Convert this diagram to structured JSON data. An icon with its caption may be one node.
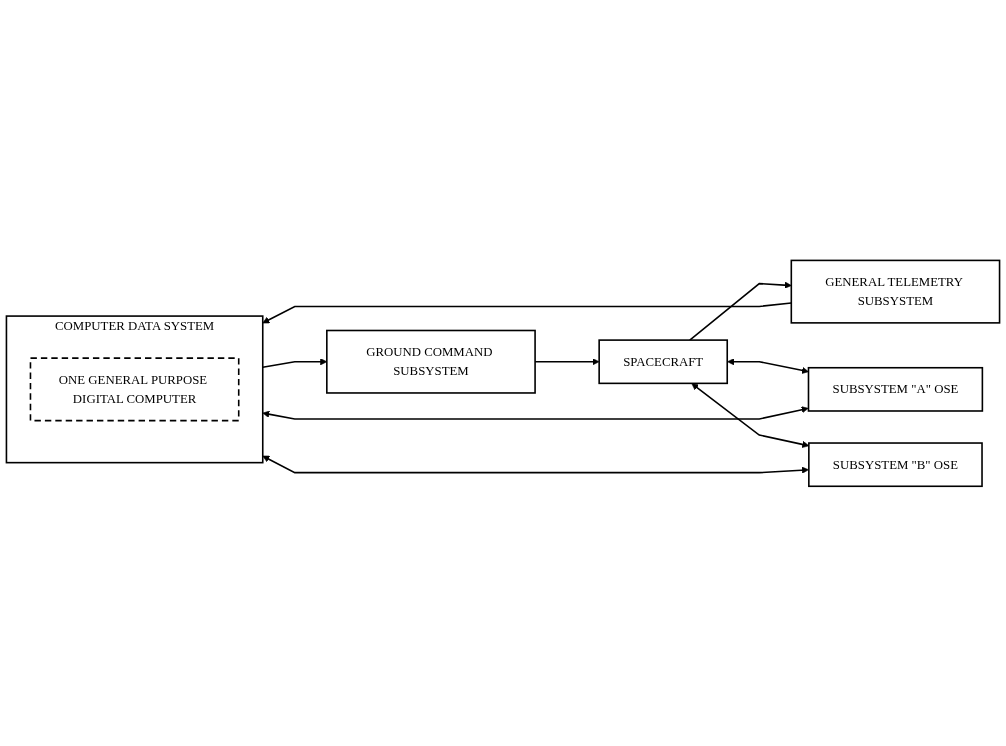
{
  "diagram": {
    "nodes": [
      {
        "text": [
          "SPACECRAFT"
        ]
      },
      {
        "text": [
          "GENERAL TELEMETRY SUBSYSTEM"
        ]
      },
      {
        "text": [
          "GROUND COMMAND SUBSYSTEM"
        ]
      },
      {
        "text": [
          "SUBSYSTEM \"A\" OSE"
        ]
      },
      {
        "text": [
          "SUBSYSTEM \"B\" OSE"
        ]
      },
      {
        "text": [
          "COMPUTER DATA SYSTEM"
        ]
      },
      {
        "text": [
          "ONE GENERAL PURPOSE DIGITAL COMPUTER"
        ],
        "in": 5
      }
    ],
    "edges": [
      {
        "from": 0,
        "to": 1,
        "arrow": "to"
      },
      {
        "from": 1,
        "to": 5,
        "arrow": "to"
      },
      {
        "from": 5,
        "to": 2,
        "arrow": "to"
      },
      {
        "from": 2,
        "to": 0,
        "arrow": "to"
      },
      {
        "from": 0,
        "to": 3,
        "arrow": "both"
      },
      {
        "from": 3,
        "to": 5,
        "arrow": "both"
      },
      {
        "from": 0,
        "to": 4,
        "arrow": "both"
      },
      {
        "from": 4,
        "to": 5,
        "arrow": "both"
      }
    ]
  }
}
